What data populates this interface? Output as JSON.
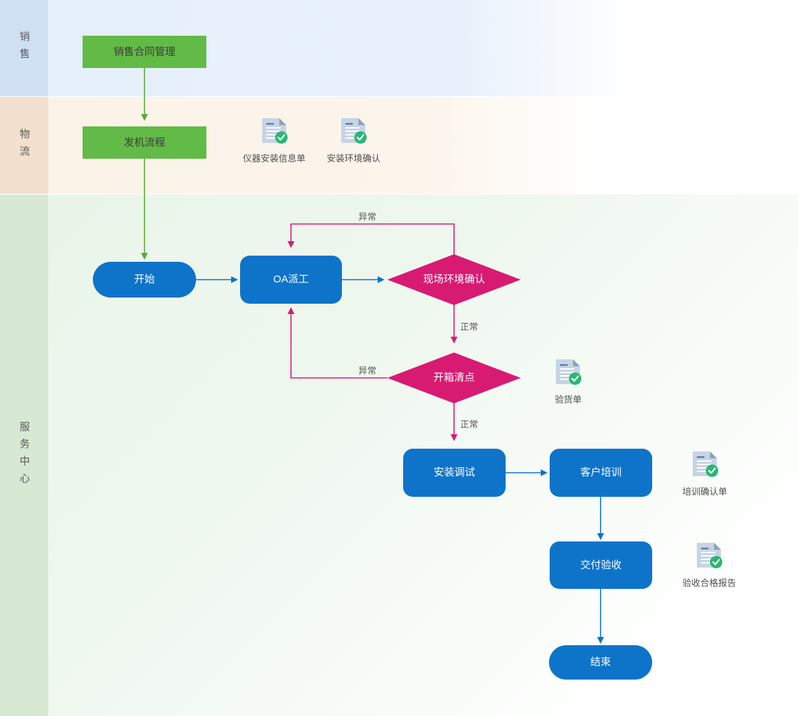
{
  "lanes": [
    {
      "id": "sales",
      "label": "销售",
      "color": "#cfe0f3"
    },
    {
      "id": "logistics",
      "label": "物流",
      "color": "#f0e0cd"
    },
    {
      "id": "service",
      "label": "服务中心",
      "color": "#d7e8d3"
    }
  ],
  "nodes": {
    "contract": {
      "label": "销售合同管理",
      "shape": "rect",
      "color": "#62bb46"
    },
    "dispatch": {
      "label": "发机流程",
      "shape": "rect",
      "color": "#62bb46"
    },
    "start": {
      "label": "开始",
      "shape": "pill",
      "color": "#0d74ca"
    },
    "oa": {
      "label": "OA派工",
      "shape": "rounded",
      "color": "#0d74ca"
    },
    "site_check": {
      "label": "现场环境确认",
      "shape": "diamond",
      "color": "#d81b72"
    },
    "unbox": {
      "label": "开箱清点",
      "shape": "diamond",
      "color": "#d81b72"
    },
    "install": {
      "label": "安装调试",
      "shape": "rounded",
      "color": "#0d74ca"
    },
    "training": {
      "label": "客户培训",
      "shape": "rounded",
      "color": "#0d74ca"
    },
    "delivery": {
      "label": "交付验收",
      "shape": "rounded",
      "color": "#0d74ca"
    },
    "end": {
      "label": "结束",
      "shape": "pill",
      "color": "#0d74ca"
    }
  },
  "edge_labels": {
    "abnormal_site": "异常",
    "normal_site": "正常",
    "abnormal_unbox": "异常",
    "normal_unbox": "正常"
  },
  "documents": [
    {
      "id": "install-info",
      "caption": "仪器安装信息单",
      "icon": "document-check-icon"
    },
    {
      "id": "env-confirm",
      "caption": "安装环境确认",
      "icon": "document-check-icon"
    },
    {
      "id": "inspection-sheet",
      "caption": "验货单",
      "icon": "document-check-icon"
    },
    {
      "id": "training-confirm",
      "caption": "培训确认单",
      "icon": "document-check-icon"
    },
    {
      "id": "acceptance-report",
      "caption": "验收合格报告",
      "icon": "document-check-icon"
    }
  ],
  "palette": {
    "green_node": "#62bb46",
    "blue_node": "#0d74ca",
    "magenta_node": "#d81b72",
    "green_wire": "#5aa83c",
    "blue_wire": "#0d74ca",
    "magenta_wire": "#d81b72",
    "doc_body": "#c6d4e4",
    "doc_check": "#2bb673"
  }
}
